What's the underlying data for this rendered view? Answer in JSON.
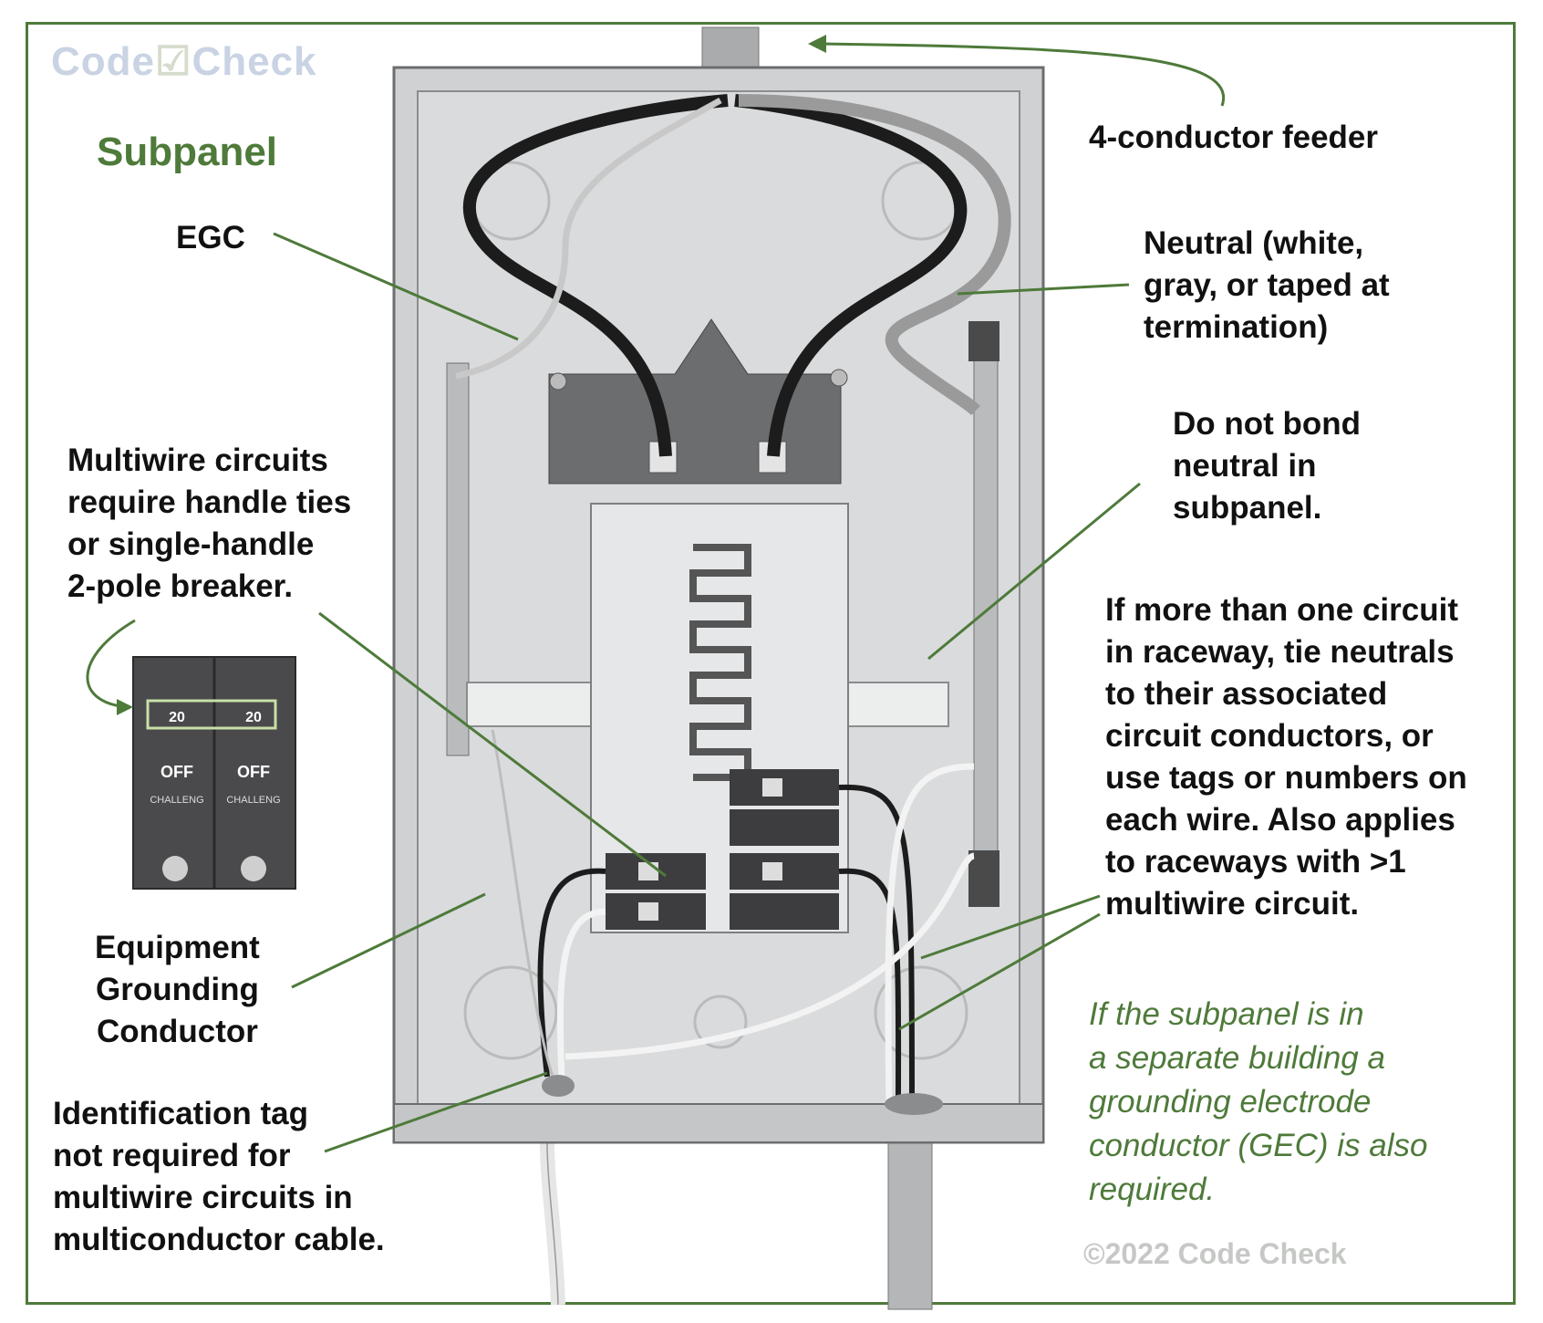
{
  "logo": {
    "text_code": "Code",
    "text_check": "Check",
    "mark": "check-icon"
  },
  "title": "Subpanel",
  "labels": {
    "feeder": "4-conductor feeder",
    "egc": "EGC",
    "neutral": "Neutral (white,\ngray, or taped at\ntermination)",
    "do_not_bond": "Do not bond\nneutral in\nsubpanel.",
    "multiwire": "Multiwire circuits\nrequire handle ties\nor single-handle\n2-pole breaker.",
    "raceway": "If more than one circuit\nin raceway, tie neutrals\nto their associated\ncircuit conductors, or\nuse tags or numbers on\neach wire. Also applies\nto raceways with >1\nmultiwire circuit.",
    "equipment_grounding": "Equipment\nGrounding\nConductor",
    "identification": "Identification tag\nnot required for\nmultiwire circuits in\nmulticonductor cable."
  },
  "note": "If the subpanel is in\na separate building a\ngrounding electrode\nconductor (GEC) is also\nrequired.",
  "breaker_inset": {
    "rating_left": "20",
    "rating_right": "20",
    "state": "OFF",
    "brand": "CHALLENG"
  },
  "small_breaker": {
    "rating": "20",
    "state": "OFF"
  },
  "copyright": "©2022 Code Check",
  "colors": {
    "accent": "#4e7a3a",
    "panel": "#d9dbdc",
    "wire_black": "#1c1c1c",
    "wire_gray": "#9a9a9a"
  }
}
